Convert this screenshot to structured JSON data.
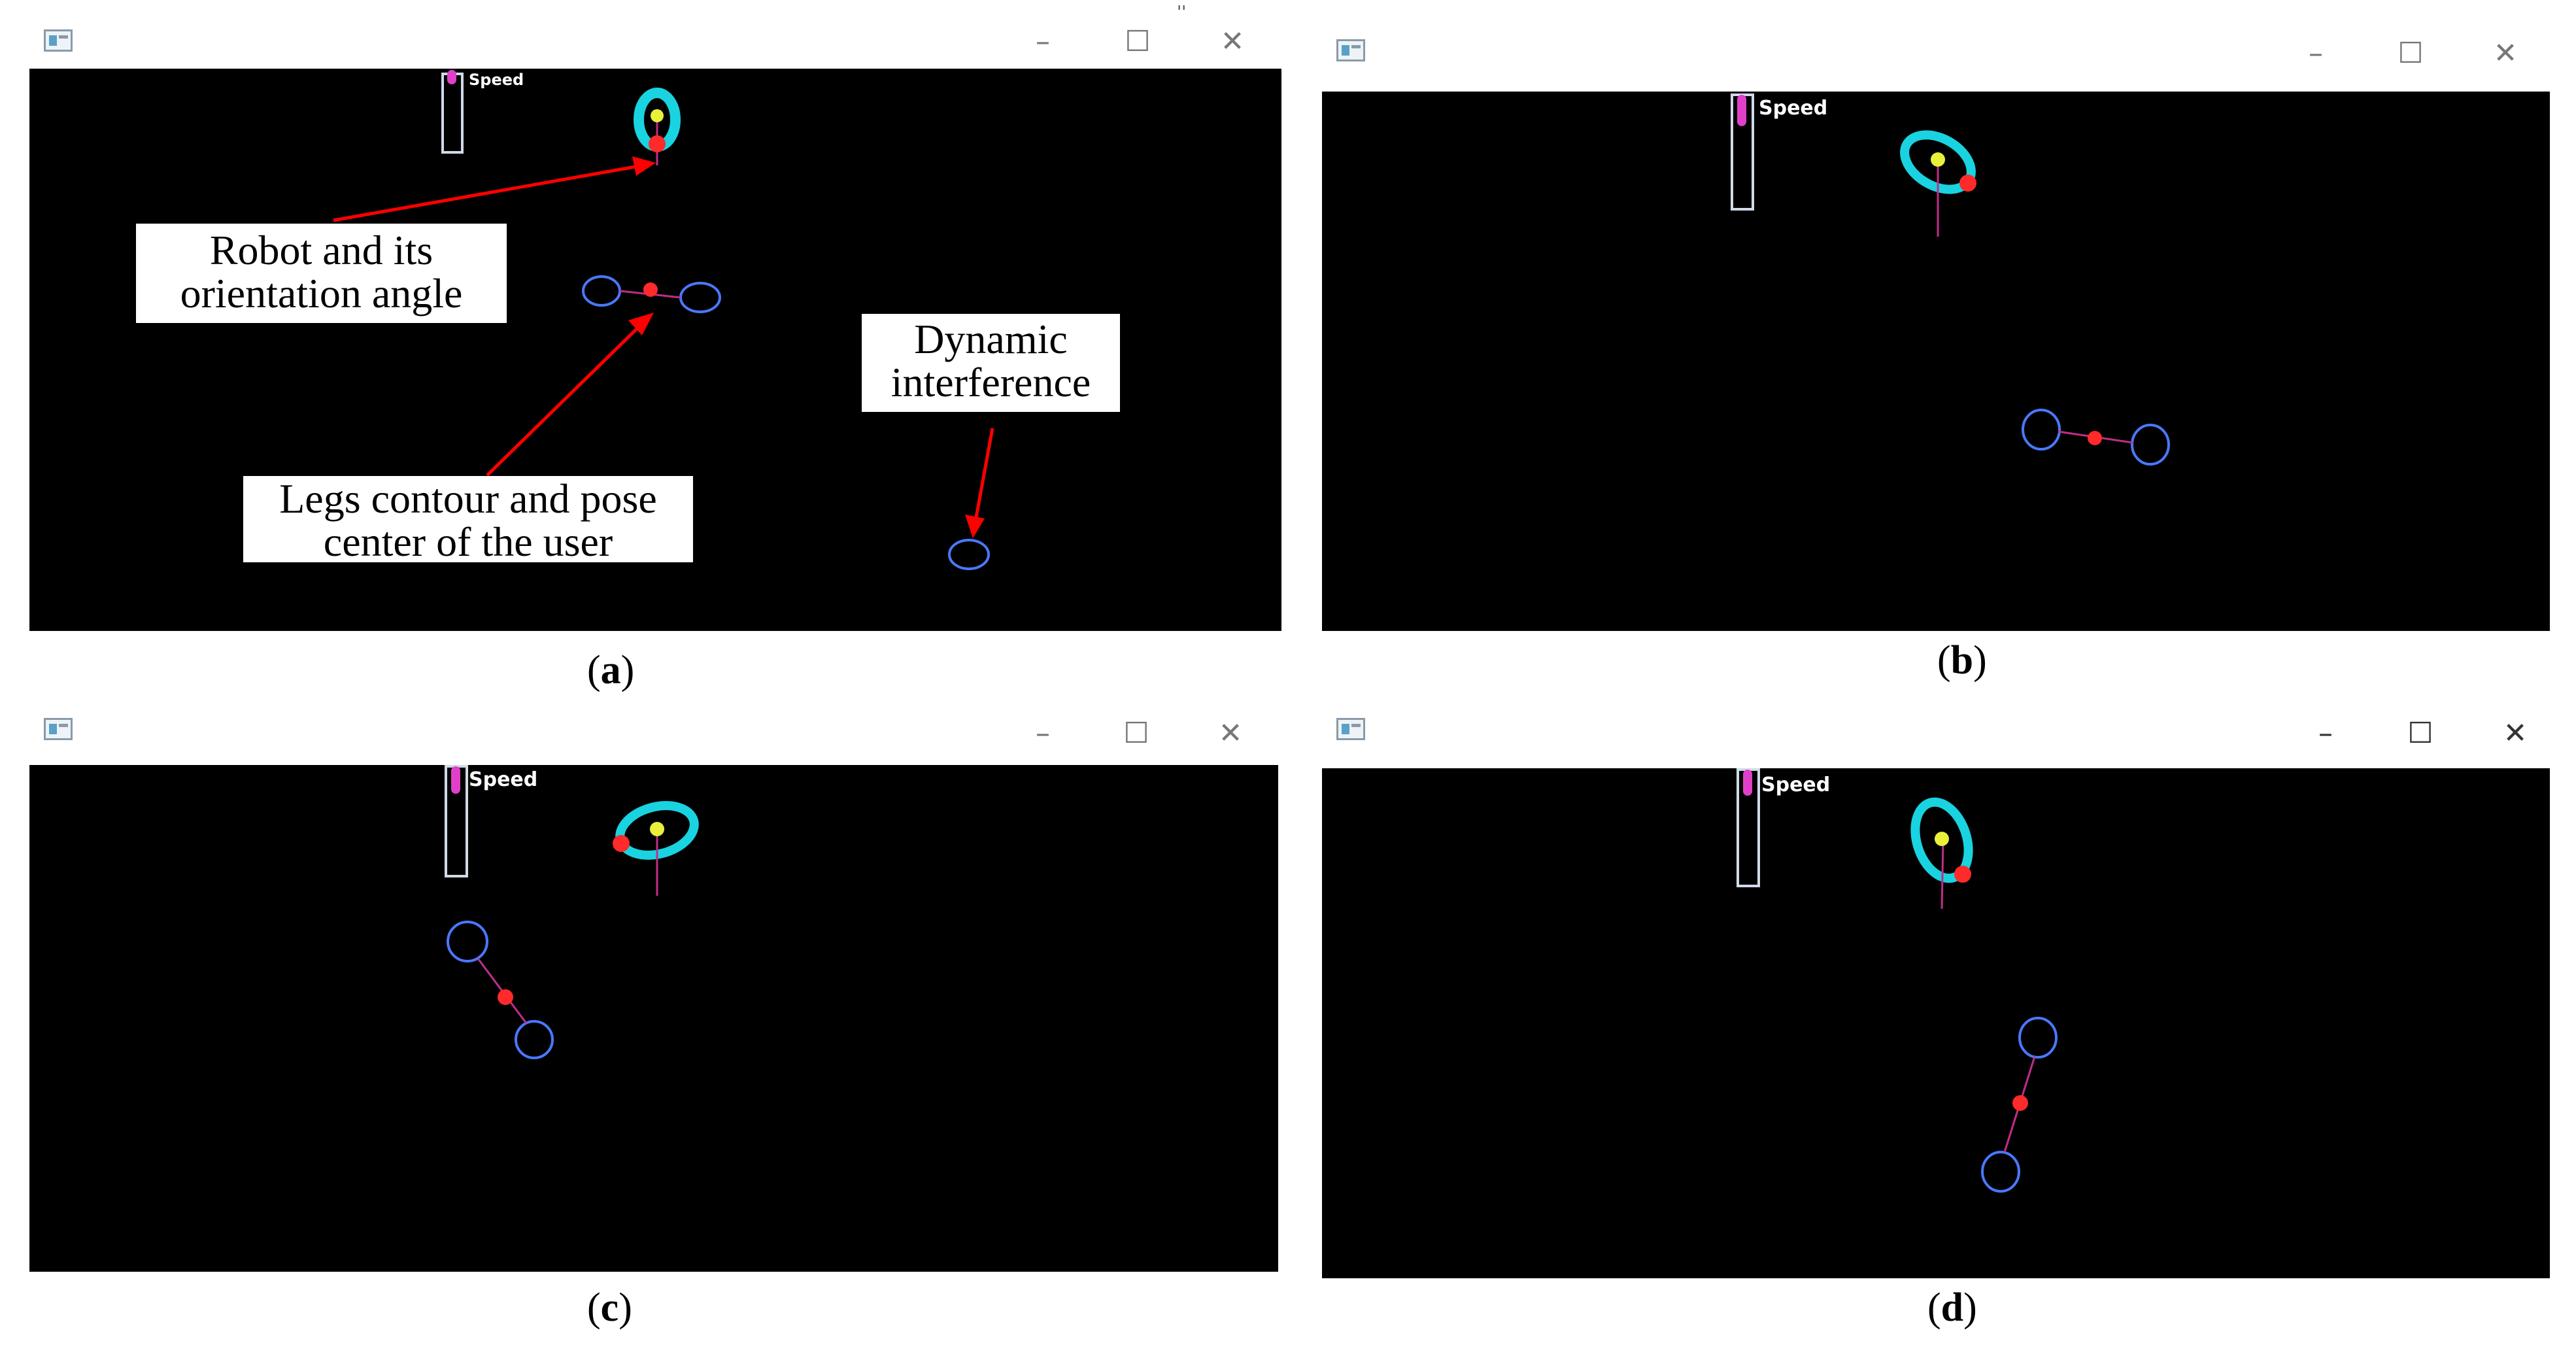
{
  "speed_label": "Speed",
  "window_controls": {
    "minimize": "–",
    "maximize": "☐",
    "close": "✕"
  },
  "icons": {
    "app": "app-window-icon",
    "minimize": "minimize-icon",
    "maximize": "maximize-icon",
    "close": "close-icon"
  },
  "colors": {
    "canvas_bg": "#000000",
    "robot_ellipse": "#19d3e0",
    "robot_center": "#e9f03a",
    "robot_marker": "#ff2a2a",
    "orientation_line": "#c02d8a",
    "leg_contour": "#4a78ff",
    "pose_center": "#ff2a2a",
    "speed_fill": "#e040c8",
    "speed_frame": "#d0dae8",
    "arrow": "#ff0000"
  },
  "panels": [
    {
      "id": "a",
      "caption": "a",
      "annotations": [
        {
          "id": "robot",
          "line1": "Robot and its",
          "line2": "orientation angle"
        },
        {
          "id": "dynamic",
          "line1": "Dynamic",
          "line2": "interference"
        },
        {
          "id": "legs",
          "line1": "Legs contour and pose",
          "line2": "center of the user"
        }
      ]
    },
    {
      "id": "b",
      "caption": "b"
    },
    {
      "id": "c",
      "caption": "c"
    },
    {
      "id": "d",
      "caption": "d"
    }
  ]
}
